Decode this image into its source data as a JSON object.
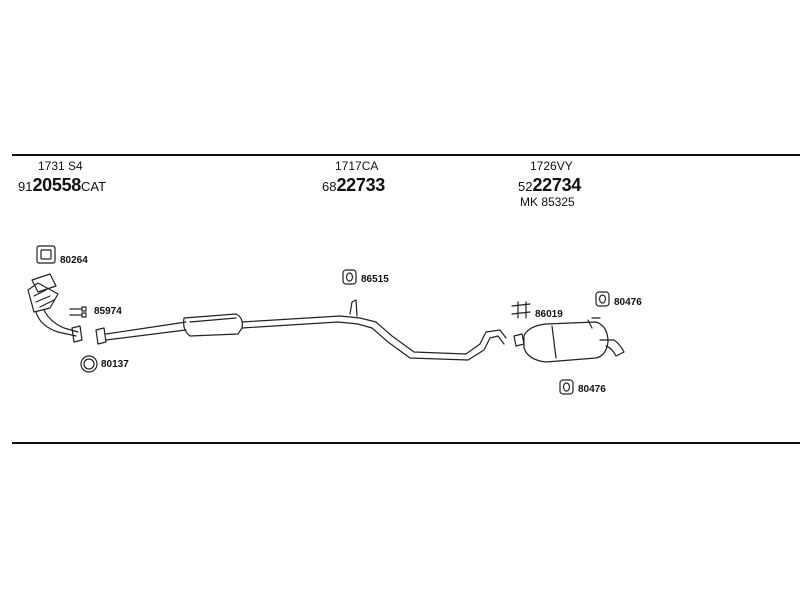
{
  "header": {
    "group1": {
      "sub": "1731 S4",
      "prefix": "91",
      "main": "20558",
      "suffix": "CAT"
    },
    "group2": {
      "sub": "1717CA",
      "prefix": "68",
      "main": "22733"
    },
    "group3": {
      "sub": "1726VY",
      "prefix": "52",
      "main": "22734",
      "extra": "MK  85325"
    }
  },
  "parts": {
    "p80264": "80264",
    "p85974": "85974",
    "p80137": "80137",
    "p86515": "86515",
    "p86019": "86019",
    "p80476_top": "80476",
    "p80476_bottom": "80476"
  }
}
